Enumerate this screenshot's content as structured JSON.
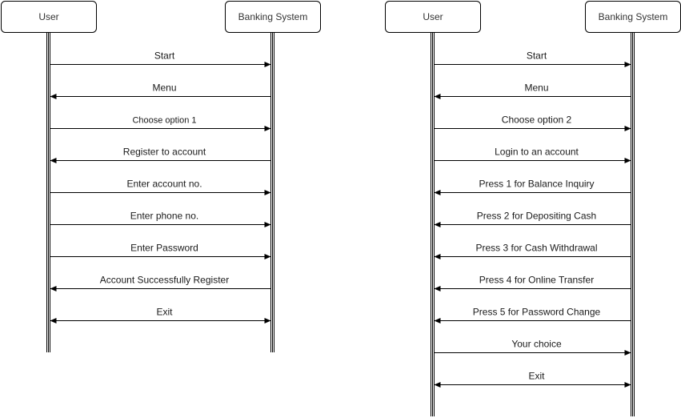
{
  "diagrams": [
    {
      "actors": [
        "User",
        "Banking System"
      ],
      "messages": [
        {
          "label": "Start",
          "direction": "right"
        },
        {
          "label": "Menu",
          "direction": "left"
        },
        {
          "label": "Choose option 1",
          "direction": "right",
          "small": true
        },
        {
          "label": "Register to account",
          "direction": "left"
        },
        {
          "label": "Enter account no.",
          "direction": "right"
        },
        {
          "label": "Enter phone no.",
          "direction": "right"
        },
        {
          "label": "Enter Password",
          "direction": "right"
        },
        {
          "label": "Account Successfully Register",
          "direction": "left"
        },
        {
          "label": "Exit",
          "direction": "both"
        }
      ]
    },
    {
      "actors": [
        "User",
        "Banking System"
      ],
      "messages": [
        {
          "label": "Start",
          "direction": "right"
        },
        {
          "label": "Menu",
          "direction": "left"
        },
        {
          "label": "Choose option 2",
          "direction": "right"
        },
        {
          "label": "Login to an account",
          "direction": "right"
        },
        {
          "label": "Press 1 for Balance Inquiry",
          "direction": "left"
        },
        {
          "label": "Press 2 for Depositing Cash",
          "direction": "left"
        },
        {
          "label": "Press 3 for Cash Withdrawal",
          "direction": "left"
        },
        {
          "label": "Press 4 for Online Transfer",
          "direction": "left"
        },
        {
          "label": "Press 5 for Password Change",
          "direction": "left"
        },
        {
          "label": "Your choice",
          "direction": "right"
        },
        {
          "label": "Exit",
          "direction": "both"
        }
      ]
    }
  ]
}
